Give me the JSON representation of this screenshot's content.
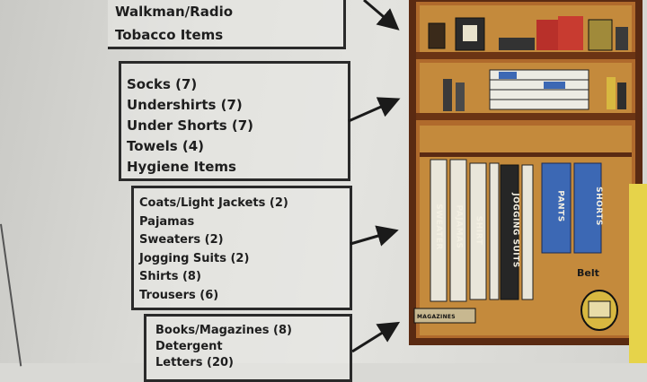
{
  "lists": {
    "electronics": [
      "Walkman/Radio",
      "Tobacco Items"
    ],
    "shelf_two": [
      "Socks (7)",
      "Undershirts (7)",
      "Under Shorts (7)",
      "Towels (4)",
      "Hygiene Items"
    ],
    "hanging": [
      "Coats/Light Jackets (2)",
      "Pajamas",
      "Sweaters (2)",
      "Jogging Suits (2)",
      "Shirts (8)",
      "Trousers (6)"
    ],
    "bottom": [
      "Books/Magazines (8)",
      "Detergent",
      "Letters (20)"
    ]
  },
  "locker": {
    "hanger_labels": {
      "sweater": "SWEATER",
      "pajamas": "PAJAMAS",
      "shirt": "SHIRT",
      "jogging": "JOGGING SUITS",
      "pants": "PANTS",
      "shorts": "SHORTS"
    },
    "belt_label": "Belt",
    "magazines_label": "MAGAZINES"
  },
  "colors": {
    "wood": "#b06a2c",
    "frame": "#5a2a12",
    "shelf_back": "#c48a3c",
    "hanger_white": "#e9e6da",
    "hanger_dark": "#262626",
    "hanger_blue": "#3c68b4",
    "yellow": "#e6d34a"
  }
}
